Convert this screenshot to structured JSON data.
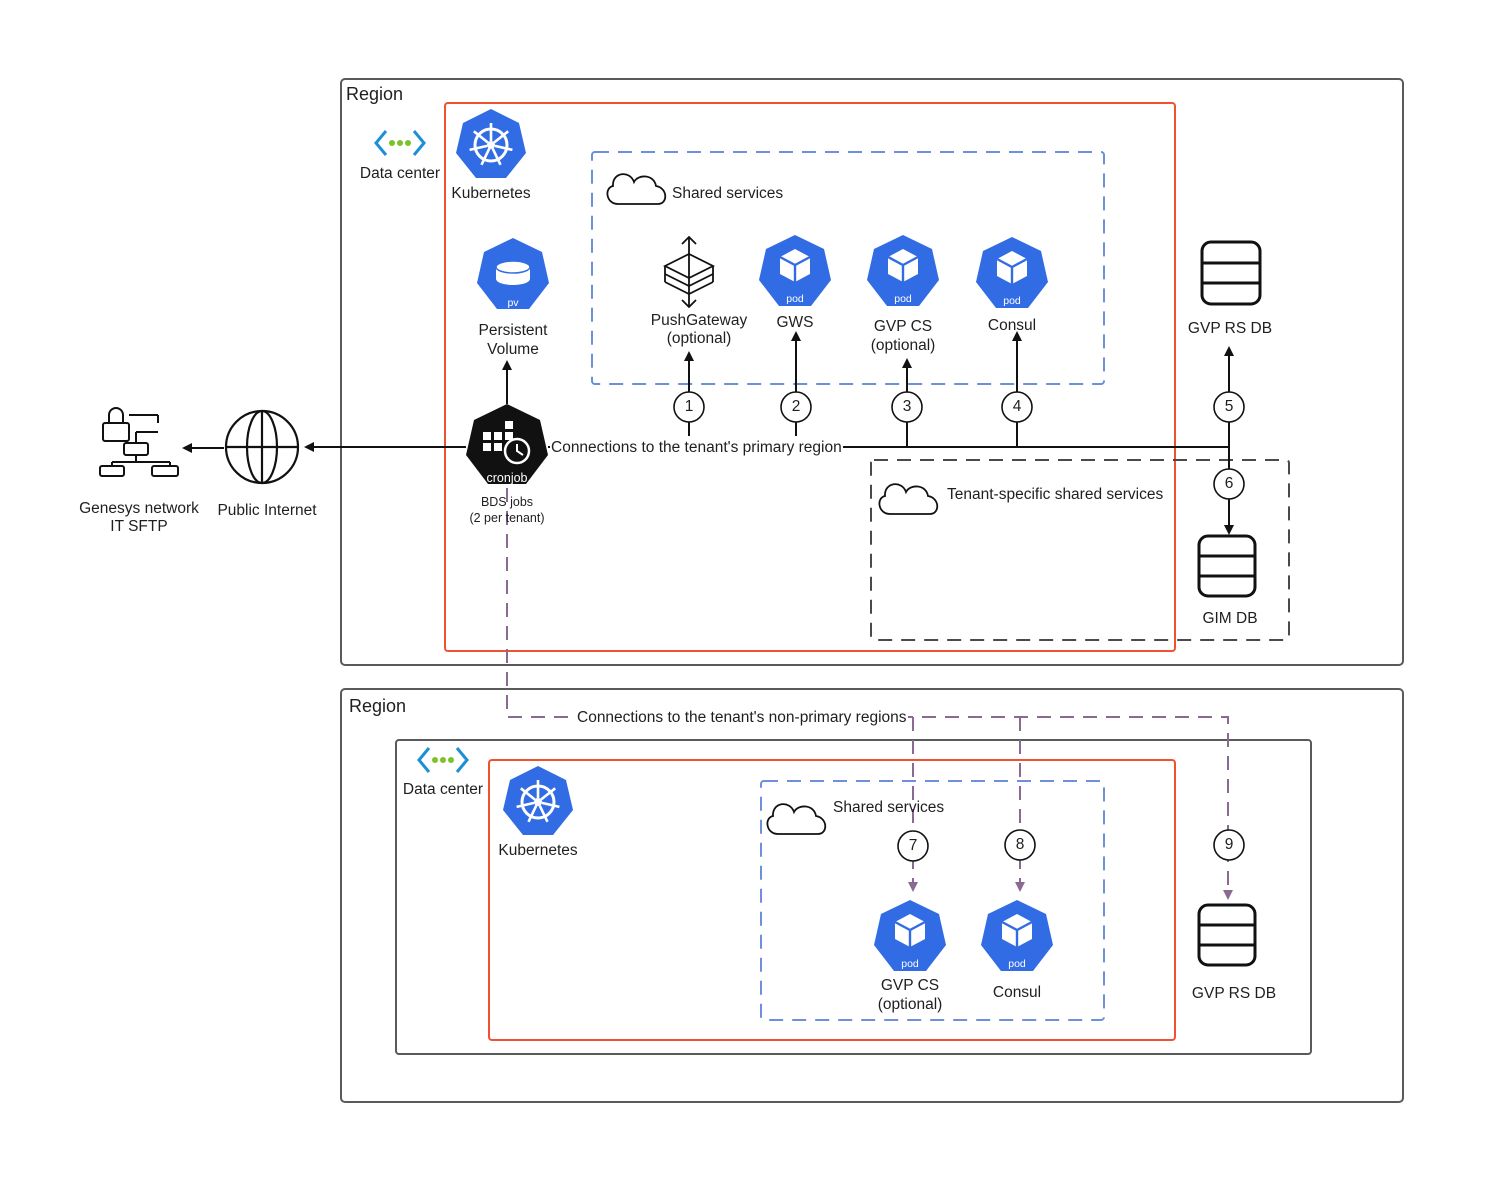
{
  "regions": {
    "primary": {
      "label": "Region",
      "data_center": "Data center",
      "kubernetes": "Kubernetes",
      "shared_services": "Shared services",
      "tenant_shared_services": "Tenant-specific shared services",
      "persistent_volume": {
        "badge": "pv",
        "label_line1": "Persistent",
        "label_line2": "Volume"
      },
      "services": [
        {
          "id": "pushgateway",
          "line1": "PushGateway",
          "line2": "(optional)",
          "icon": "stack-layers-icon"
        },
        {
          "id": "gws",
          "line1": "GWS",
          "line2": "",
          "badge": "pod",
          "icon": "pod-icon"
        },
        {
          "id": "gvp-cs",
          "line1": "GVP CS",
          "line2": "(optional)",
          "badge": "pod",
          "icon": "pod-icon"
        },
        {
          "id": "consul",
          "line1": "Consul",
          "line2": "",
          "badge": "pod",
          "icon": "pod-icon"
        }
      ],
      "gvp_rs_db": "GVP RS DB",
      "gim_db": "GIM DB",
      "bds_jobs": {
        "badge": "cronjob",
        "line1": "BDS jobs",
        "line2": "(2 per tenant)"
      },
      "connection_label": "Connections to the tenant's primary region"
    },
    "secondary": {
      "label": "Region",
      "data_center": "Data center",
      "kubernetes": "Kubernetes",
      "shared_services": "Shared services",
      "services": [
        {
          "id": "gvp-cs",
          "line1": "GVP CS",
          "line2": "(optional)",
          "badge": "pod",
          "icon": "pod-icon"
        },
        {
          "id": "consul",
          "line1": "Consul",
          "line2": "",
          "badge": "pod",
          "icon": "pod-icon"
        }
      ],
      "gvp_rs_db": "GVP RS DB",
      "connection_label": "Connections to the tenant's non-primary regions"
    }
  },
  "external": {
    "public_internet": "Public Internet",
    "genesys_line1": "Genesys network",
    "genesys_line2": "IT SFTP"
  },
  "steps": [
    "1",
    "2",
    "3",
    "4",
    "5",
    "6",
    "7",
    "8",
    "9"
  ],
  "colors": {
    "kubernetes_blue": "#326ce5",
    "kubernetes_border": "#f0522f",
    "shared_dash": "#6d8fdc",
    "tenant_dash": "#4a4a4a",
    "non_primary_connection": "#8a6a93",
    "frame": "#5a5a5a",
    "azure_arrow": "#1c8fd6",
    "azure_dots": "#7cc12a"
  }
}
